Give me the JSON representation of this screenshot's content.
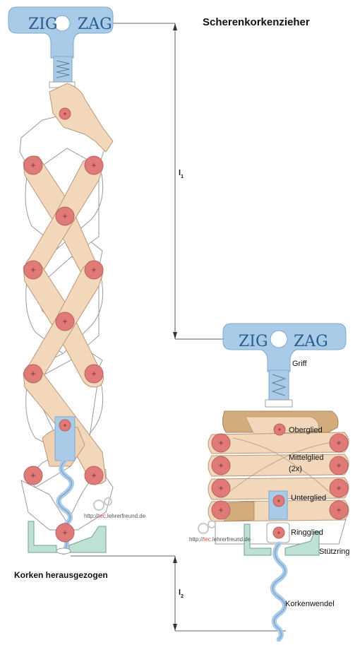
{
  "title": "Scherenkorkenzieher",
  "subtitle": "Korken herausgezogen",
  "brand": {
    "left": "ZIG",
    "right": "ZAG"
  },
  "dimensions": {
    "l1": "l",
    "l1_sub": "1",
    "l2": "l",
    "l2_sub": "2"
  },
  "labels": {
    "griff": "Griff",
    "oberglied": "Oberglied",
    "mittelglied": "Mittelglied",
    "mittelglied_count": "(2x)",
    "unterglied": "Unterglied",
    "ringglied": "Ringglied",
    "stuetzring": "Stützring",
    "korkenwendel": "Korkenwendel"
  },
  "watermark": {
    "prefix": "http://",
    "highlight": "tec",
    "suffix": ".lehrerfreund.de"
  },
  "colors": {
    "handle": "#a9cbe8",
    "link": "#f2d7bb",
    "joint": "#e07a78",
    "outline": "#8a7460",
    "ring": "#bfe0d4",
    "brand_text": "#2a5c8f"
  }
}
